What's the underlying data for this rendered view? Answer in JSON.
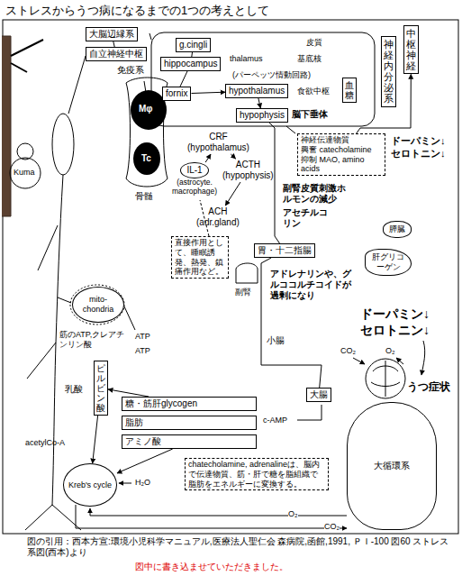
{
  "diagram": {
    "title": "ストレスからうつ病になるまでの1つの考えとして",
    "caption": "図の引用：西本方宣:環境小児科学マニュアル,医療法人聖仁会 森病院,函館,1991, ＰＩ-100 図60 ストレス系図(西本)より",
    "nodes": [
      {
        "text": [
          "大脳辺縁系"
        ]
      },
      {
        "text": [
          "自立神経中枢"
        ]
      },
      {
        "text": [
          "g.cingli"
        ]
      },
      {
        "text": [
          "hippocampus"
        ]
      },
      {
        "text": [
          "fornix"
        ]
      },
      {
        "text": [
          "hypothalamus"
        ]
      },
      {
        "text": [
          "hypophysis"
        ]
      },
      {
        "text": [
          "血糖"
        ]
      },
      {
        "text": [
          "神経内分泌系"
        ]
      },
      {
        "text": [
          "中枢神経"
        ]
      },
      {
        "text": [
          "CRF",
          "(hypothalamus)"
        ]
      },
      {
        "text": [
          "IL-1",
          "(astrocyte. macrophage)"
        ]
      },
      {
        "text": [
          "ACTH",
          "(hypophysis)"
        ]
      },
      {
        "text": [
          "ACH",
          "(adr.gland)"
        ]
      },
      {
        "text": [
          "神経伝達物質",
          "興奮 catecholamine",
          "抑制 MAO, amino acids"
        ]
      },
      {
        "text": [
          "直接作用として、睡眠誘発、熱発、鎮痛作用など。"
        ]
      },
      {
        "text": [
          "胃・十二指腸"
        ]
      },
      {
        "text": [
          "膵臓"
        ]
      },
      {
        "text": [
          "肝グリコーゲン"
        ]
      },
      {
        "text": [
          "副腎"
        ]
      },
      {
        "text": [
          "大腸"
        ]
      },
      {
        "text": [
          "ピルビン酸"
        ]
      },
      {
        "text": [
          "糖・筋肝glycogen"
        ]
      },
      {
        "text": [
          "脂肪"
        ]
      },
      {
        "text": [
          "アミノ酸"
        ]
      },
      {
        "text": [
          "Kreb's cycle"
        ]
      },
      {
        "text": [
          "chatecholamine, adrenalineは、脳内で伝達物質、筋・肝で糖を脂組織で脂肪をエネルギーに変換する。"
        ]
      },
      {
        "text": [
          "大循環系"
        ]
      },
      {
        "text": [
          "mito-chondria"
        ]
      }
    ],
    "edges": [
      {
        "from": 0,
        "to": 1,
        "arrow": "none"
      },
      {
        "from": 2,
        "to": 3,
        "arrow": "none"
      },
      {
        "from": 3,
        "to": 4,
        "arrow": "none"
      },
      {
        "from": 4,
        "to": 5,
        "arrow": "to"
      },
      {
        "from": 5,
        "to": 6,
        "arrow": "to"
      },
      {
        "from": 10,
        "to": 12,
        "arrow": "to"
      },
      {
        "from": 12,
        "to": 13,
        "arrow": "to"
      },
      {
        "from": 11,
        "to": 10,
        "arrow": "to"
      },
      {
        "from": 6,
        "to": 16,
        "arrow": "none"
      },
      {
        "from": 14,
        "to": 9,
        "arrow": "to"
      },
      {
        "from": 16,
        "to": 20,
        "arrow": "none"
      },
      {
        "from": 22,
        "to": 21,
        "arrow": "to"
      },
      {
        "from": 21,
        "to": 25,
        "arrow": "to"
      },
      {
        "from": 24,
        "to": 25,
        "arrow": "to"
      }
    ],
    "labels": [
      "図中に書き込ませていただきました。",
      "皮質",
      "thalamus",
      "基底核",
      "(パーペッツ情動回路)",
      "食欲中枢",
      "脳下垂体",
      "免疫系",
      "Mφ",
      "Tc",
      "骨髄",
      "Kuma",
      "副腎皮質刺激ホルモンの減少",
      "アセチルコリン",
      "ドーパミン↓",
      "セロトニン↓",
      "アドレナリンや、グルココルチコイドが過剰になり",
      "ドーパミン↓",
      "セロトニン↓",
      "小腸",
      "うつ症状",
      "CO₂",
      "O₂",
      "ATP",
      "ATP",
      "筋のATP,クレアチンリン酸",
      "乳酸",
      "acetylCo-A",
      "c-AMP",
      "H₂O",
      "O₂",
      "CO₂"
    ]
  }
}
